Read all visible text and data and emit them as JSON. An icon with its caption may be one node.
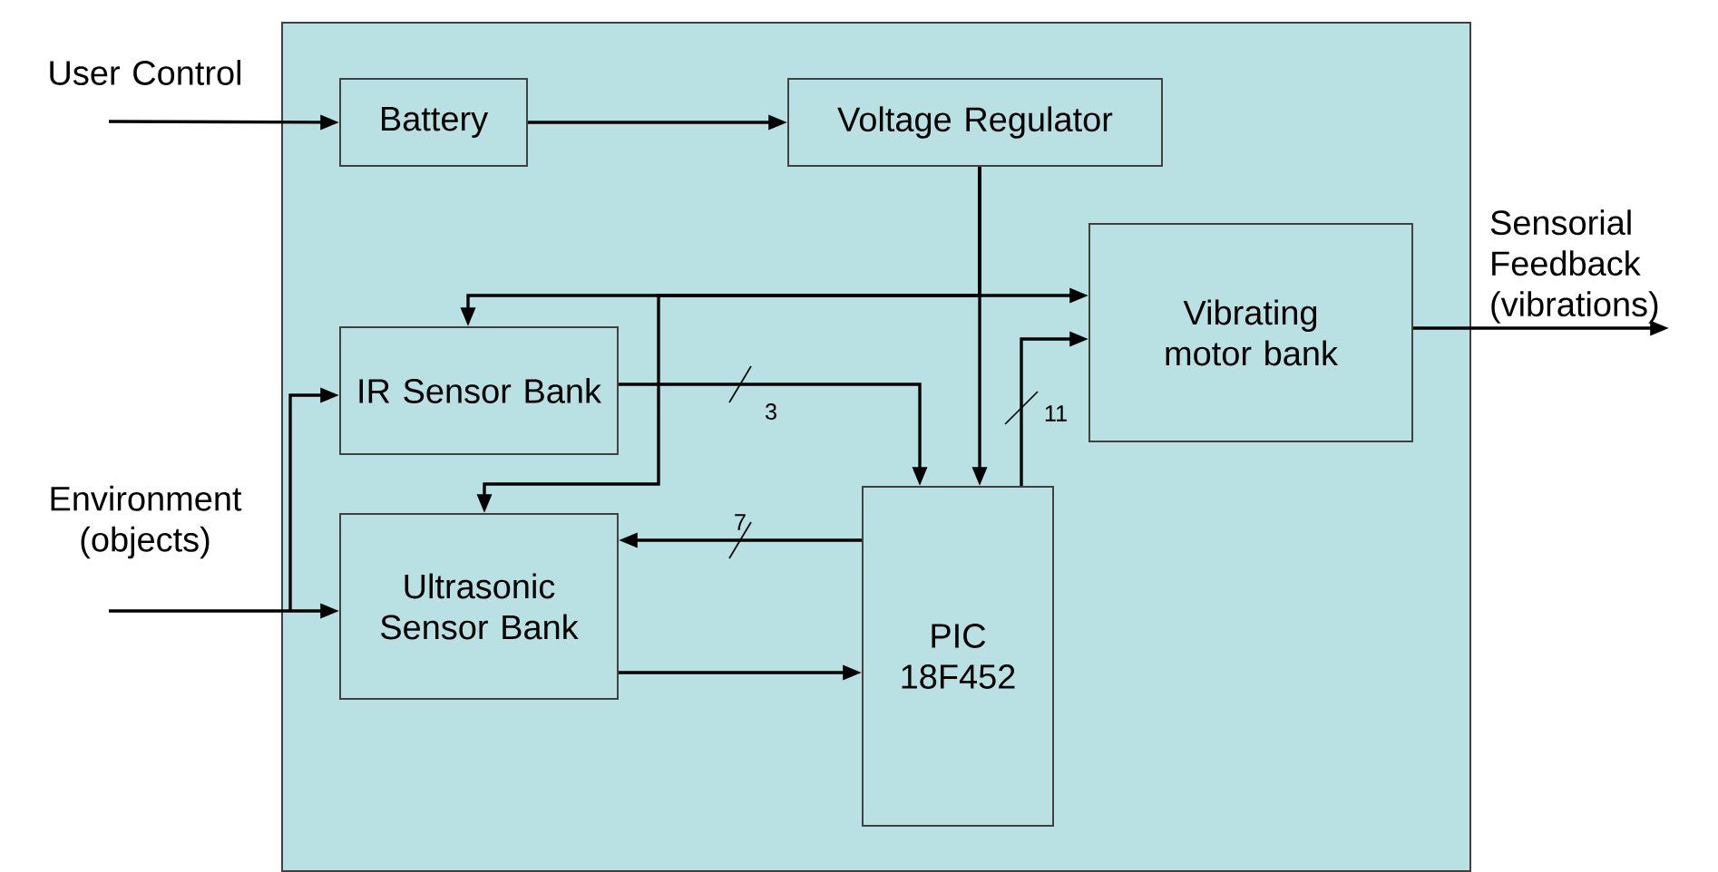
{
  "diagram": {
    "nodes": [
      {
        "text": [],
        "shape": "box"
      },
      {
        "text": [
          "Battery"
        ],
        "in": 0
      },
      {
        "text": [
          "Voltage Regulator"
        ],
        "in": 0
      },
      {
        "text": [
          "IR Sensor Bank"
        ],
        "in": 0
      },
      {
        "text": [
          "Ultrasonic Sensor Bank"
        ],
        "in": 0
      },
      {
        "text": [
          "PIC 18F452"
        ],
        "in": 0
      },
      {
        "text": [
          "Vibrating motor bank"
        ],
        "in": 0
      }
    ],
    "edges": [
      {
        "from": null,
        "to": 1,
        "arrow": "to",
        "label": "User Control"
      },
      {
        "from": 1,
        "to": 2,
        "arrow": "to"
      },
      {
        "from": 2,
        "to": 5,
        "arrow": "to"
      },
      {
        "from": 2,
        "to": 6,
        "arrow": "to"
      },
      {
        "from": 2,
        "to": 3,
        "arrow": "to"
      },
      {
        "from": 2,
        "to": 4,
        "arrow": "to"
      },
      {
        "from": null,
        "to": 4,
        "arrow": "to",
        "label": "Environment (objects)"
      },
      {
        "from": null,
        "to": 3,
        "arrow": "to"
      },
      {
        "from": 3,
        "to": 5,
        "arrow": "to",
        "label": "3"
      },
      {
        "from": 5,
        "to": 4,
        "arrow": "to",
        "label": "7"
      },
      {
        "from": 4,
        "to": 5,
        "arrow": "to"
      },
      {
        "from": 5,
        "to": 6,
        "arrow": "to",
        "label": "11"
      },
      {
        "from": 6,
        "to": null,
        "arrow": "to",
        "label": "Sensorial Feedback (vibrations)"
      }
    ]
  }
}
